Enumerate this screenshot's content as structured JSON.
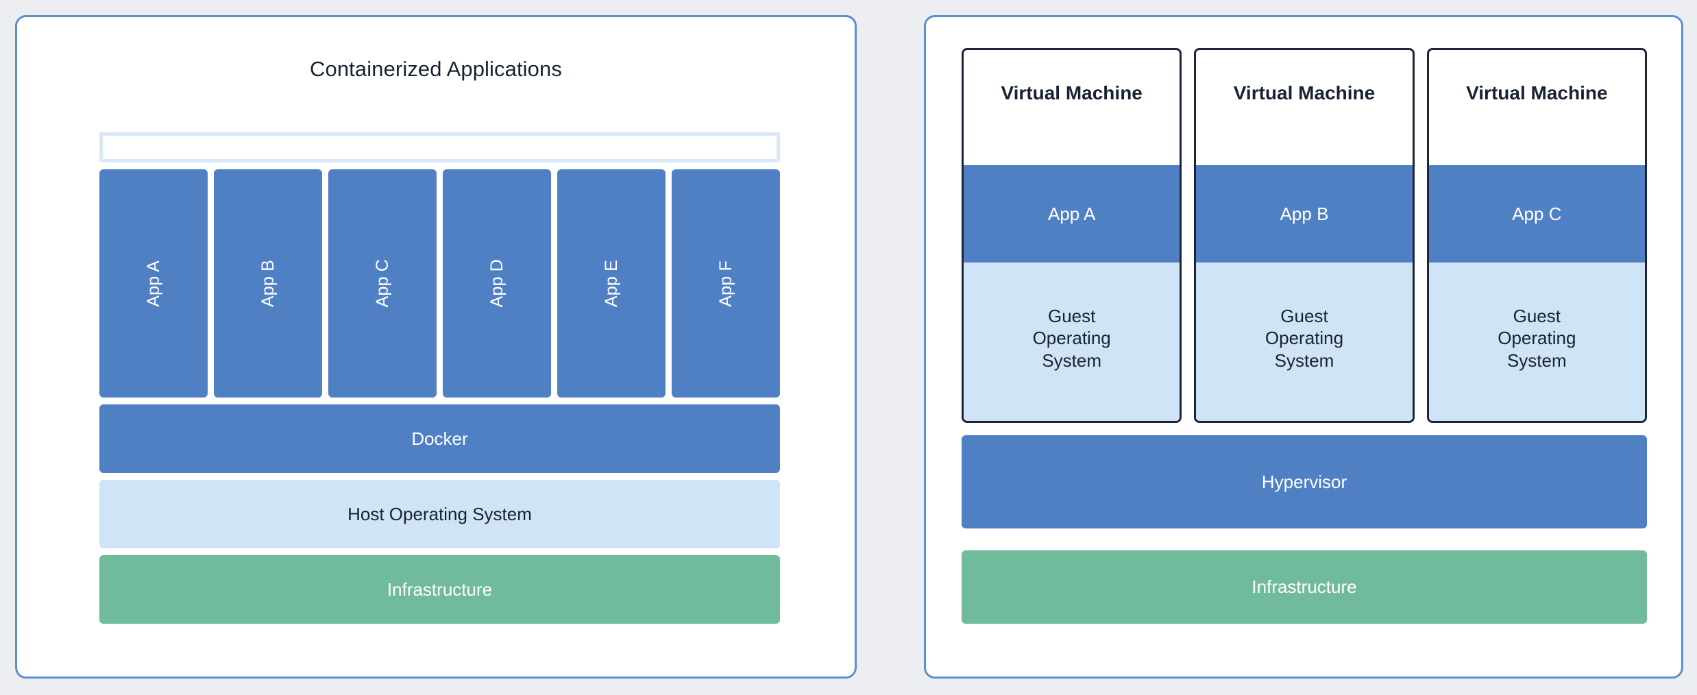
{
  "page": {
    "background_color": "#eceef1",
    "accent_blue": "#5080c4",
    "light_blue": "#d0e4f8",
    "green": "#6fbb9c",
    "navy": "#192234",
    "outline_blue": "#d8e8f8",
    "panel_border": "#5b8fd0"
  },
  "left_panel": {
    "title": "Containerized Applications",
    "app_columns": [
      {
        "label": "App A"
      },
      {
        "label": "App B"
      },
      {
        "label": "App C"
      },
      {
        "label": "App D"
      },
      {
        "label": "App E"
      },
      {
        "label": "App F"
      }
    ],
    "layers": [
      {
        "label": "Docker",
        "color": "#5080c4",
        "text_color": "#ffffff"
      },
      {
        "label": "Host Operating System",
        "color": "#d0e4f8",
        "text_color": "#192234"
      },
      {
        "label": "Infrastructure",
        "color": "#6fbb9c",
        "text_color": "#ffffff"
      }
    ],
    "docker_label": "Docker",
    "host_os_label": "Host Operating System",
    "infrastructure_label": "Infrastructure"
  },
  "right_panel": {
    "vms": [
      {
        "title": "Virtual Machine",
        "app_label": "App A",
        "guest_os_line1": "Guest",
        "guest_os_line2": "Operating",
        "guest_os_line3": "System"
      },
      {
        "title": "Virtual Machine",
        "app_label": "App B",
        "guest_os_line1": "Guest",
        "guest_os_line2": "Operating",
        "guest_os_line3": "System"
      },
      {
        "title": "Virtual Machine",
        "app_label": "App C",
        "guest_os_line1": "Guest",
        "guest_os_line2": "Operating",
        "guest_os_line3": "System"
      }
    ],
    "layers": [
      {
        "label": "Hypervisor",
        "color": "#5080c4",
        "text_color": "#ffffff"
      },
      {
        "label": "Infrastructure",
        "color": "#6fbb9c",
        "text_color": "#ffffff"
      }
    ],
    "hypervisor_label": "Hypervisor",
    "infrastructure_label": "Infrastructure"
  }
}
